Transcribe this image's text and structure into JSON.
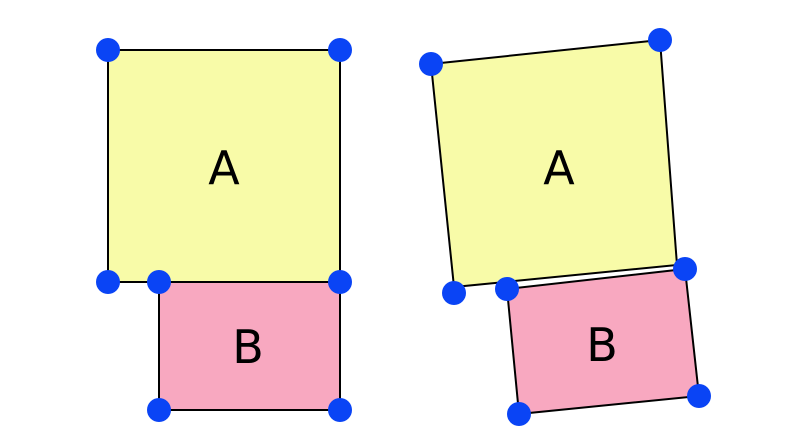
{
  "colors": {
    "rect_a_fill": "#F8FBA8",
    "rect_b_fill": "#F8A8C0",
    "vertex_color": "#0A44F5",
    "edge_color": "#000000"
  },
  "left_figure": {
    "rect_a_label": "A",
    "rect_b_label": "B"
  },
  "right_figure": {
    "rect_a_label": "A",
    "rect_b_label": "B"
  },
  "vertex_icon": "blue-dot-icon"
}
